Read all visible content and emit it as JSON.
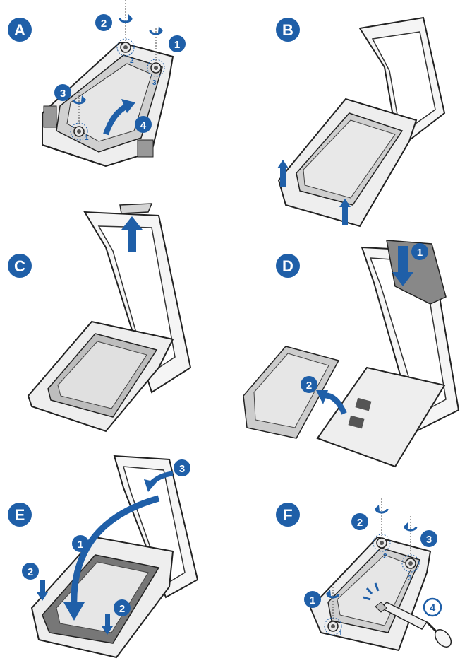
{
  "colors": {
    "accent": "#1f5fa8",
    "line": "#2a2a2a",
    "metal": "#d9d9d9",
    "dark_metal": "#7a7a7a",
    "background": "#ffffff"
  },
  "panels": [
    {
      "letter": "A",
      "steps": [
        "2",
        "1",
        "3",
        "4"
      ],
      "screw_labels": [
        "2",
        "3",
        "1"
      ]
    },
    {
      "letter": "B"
    },
    {
      "letter": "C"
    },
    {
      "letter": "D",
      "steps": [
        "1",
        "2"
      ]
    },
    {
      "letter": "E",
      "steps": [
        "1",
        "2",
        "2",
        "3"
      ]
    },
    {
      "letter": "F",
      "steps": [
        "2",
        "3",
        "1",
        "4"
      ],
      "screw_labels": [
        "2",
        "3",
        "1"
      ]
    }
  ]
}
